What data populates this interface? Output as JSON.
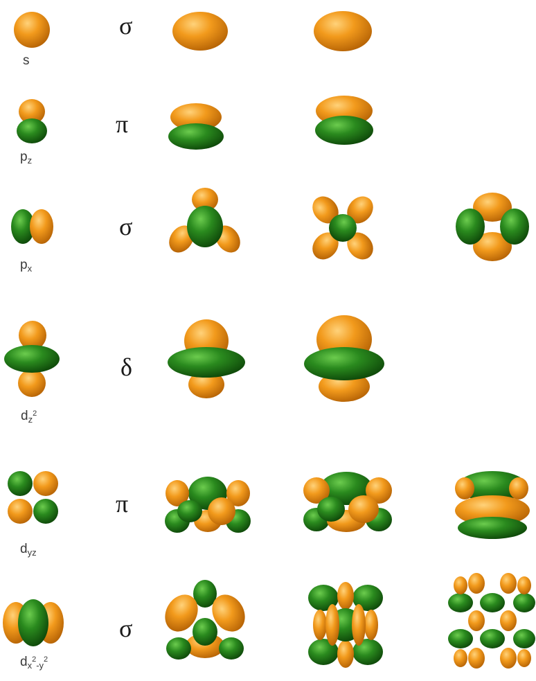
{
  "colors": {
    "orange": "#f29a1c",
    "green": "#2a8a1e"
  },
  "rows": [
    {
      "orbital": {
        "base": "s",
        "sub": "",
        "sup": "",
        "sub2": "",
        "sup2": ""
      },
      "symmetry": "σ"
    },
    {
      "orbital": {
        "base": "p",
        "sub": "z",
        "sup": "",
        "sub2": "",
        "sup2": ""
      },
      "symmetry": "π"
    },
    {
      "orbital": {
        "base": "p",
        "sub": "x",
        "sup": "",
        "sub2": "",
        "sup2": ""
      },
      "symmetry": "σ"
    },
    {
      "orbital": {
        "base": "d",
        "sub": "z",
        "sup": "2",
        "sub2": "",
        "sup2": ""
      },
      "symmetry": "δ"
    },
    {
      "orbital": {
        "base": "d",
        "sub": "yz",
        "sup": "",
        "sub2": "",
        "sup2": ""
      },
      "symmetry": "π"
    },
    {
      "orbital": {
        "base": "d",
        "sub": "x",
        "sup": "2",
        "sub2": "-y",
        "sup2": "2"
      },
      "symmetry": "σ"
    }
  ]
}
